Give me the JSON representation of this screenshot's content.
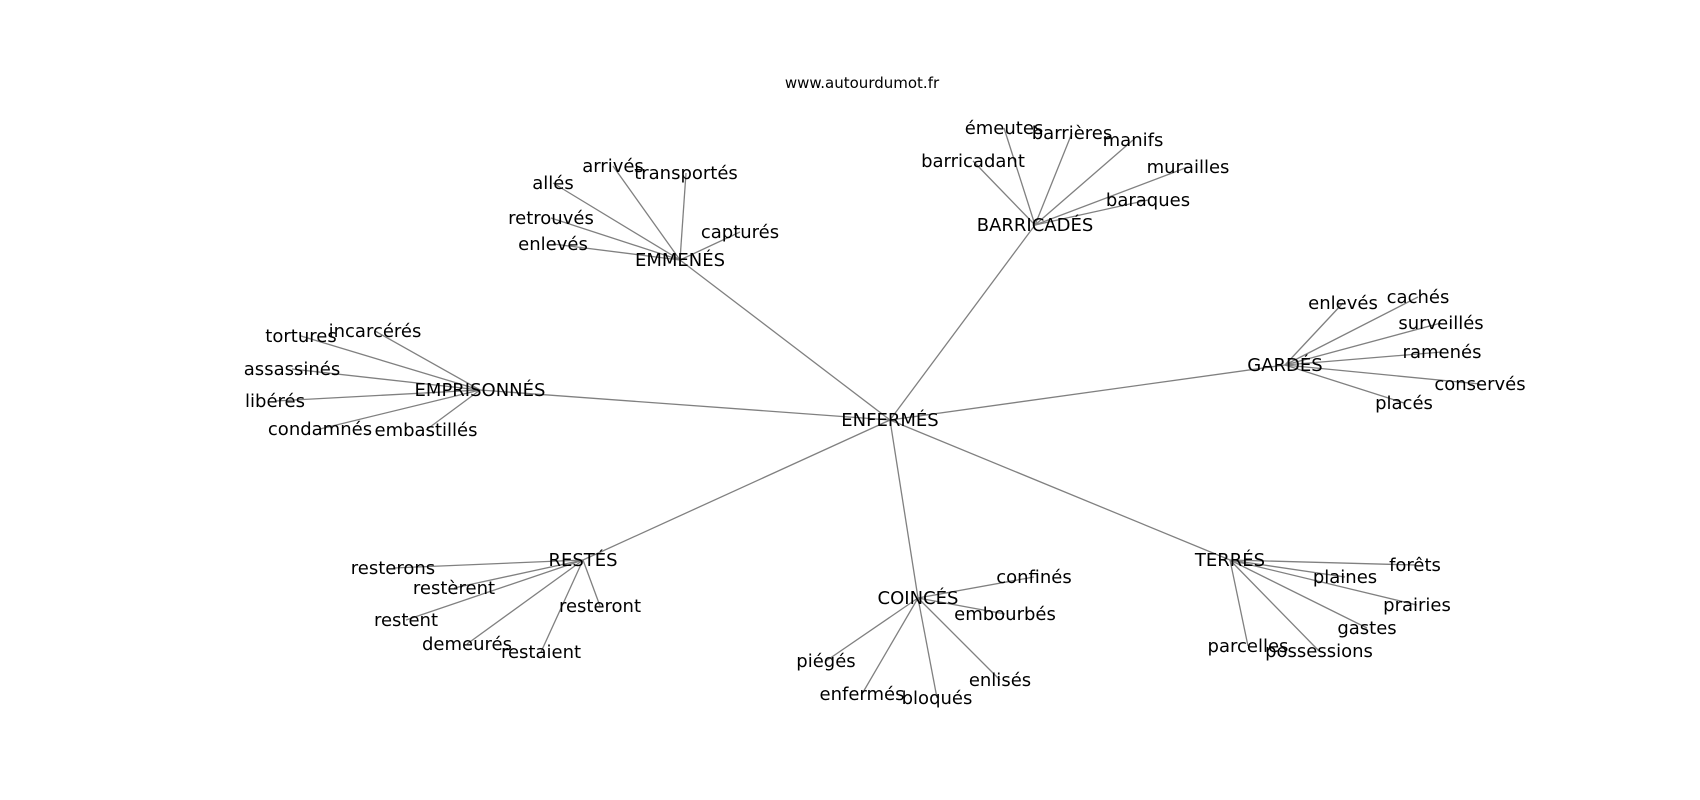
{
  "source": "www.autourdumot.fr",
  "center": "ENFERMÉS",
  "clusters": [
    {
      "word": "EMMENÉS",
      "related": [
        "allés",
        "arrivés",
        "transportés",
        "retrouvés",
        "enlevés",
        "capturés"
      ]
    },
    {
      "word": "BARRICADÉS",
      "related": [
        "émeutes",
        "barrières",
        "manifs",
        "barricadant",
        "murailles",
        "baraques"
      ]
    },
    {
      "word": "EMPRISONNÉS",
      "related": [
        "tortures",
        "incarcérés",
        "assassinés",
        "libérés",
        "condamnés",
        "embastillés"
      ]
    },
    {
      "word": "GARDÉS",
      "related": [
        "enlevés",
        "cachés",
        "surveillés",
        "ramenés",
        "conservés",
        "placés"
      ]
    },
    {
      "word": "RESTÉS",
      "related": [
        "resterons",
        "restèrent",
        "resteront",
        "restent",
        "demeurés",
        "restaient"
      ]
    },
    {
      "word": "COINCÉS",
      "related": [
        "confinés",
        "embourbés",
        "piégés",
        "enlisés",
        "enfermés",
        "bloqués"
      ]
    },
    {
      "word": "TERRÉS",
      "related": [
        "forêts",
        "plaines",
        "prairies",
        "gastes",
        "parcelles",
        "possessions"
      ]
    }
  ]
}
